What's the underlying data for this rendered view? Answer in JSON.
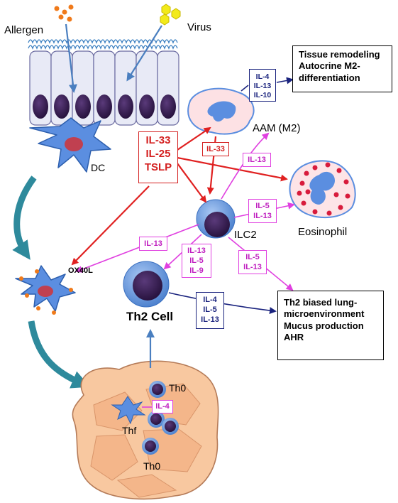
{
  "labels": {
    "allergen": "Allergen",
    "virus": "Virus",
    "dc": "DC",
    "aam": "AAM (M2)",
    "ilc2": "ILC2",
    "eosinophil": "Eosinophil",
    "ox40l": "OX40L",
    "th2_cell": "Th2 Cell",
    "th0_top": "Th0",
    "thf": "Thf",
    "th0_bottom": "Th0"
  },
  "boxes": {
    "alarmins": [
      "IL-33",
      "IL-25",
      "TSLP"
    ],
    "il33_to_ilc2": [
      "IL-33"
    ],
    "il13_to_aam": [
      "IL-13"
    ],
    "ilc2_to_eos": [
      "IL-5",
      "IL-13"
    ],
    "il13_to_dc": [
      "IL-13"
    ],
    "ilc2_to_th2": [
      "IL-13",
      "IL-5",
      "IL-9"
    ],
    "ilc2_to_lung": [
      "IL-5",
      "IL-13"
    ],
    "aam_to_tissue": [
      "IL-4",
      "IL-13",
      "IL-10"
    ],
    "th2_to_lung": [
      "IL-4",
      "IL-5",
      "IL-13"
    ],
    "lymph_il4": [
      "IL-4"
    ]
  },
  "outcomes": {
    "tissue": [
      "Tissue remodeling",
      "Autocrine M2-",
      "differentiation"
    ],
    "lung": [
      "Th2 biased lung-",
      "microenvironment",
      "Mucus production",
      "AHR"
    ]
  },
  "colors": {
    "red_arrow": "#e02020",
    "pink_arrow": "#e040e0",
    "navy_arrow": "#1a237e",
    "teal_arrow": "#2e8a9c",
    "blue_arrow": "#4a7fc0",
    "cell_blue": "#6a9ae0",
    "nucleus": "#3a1a5a",
    "lymph_node": "#f8c8a0"
  }
}
